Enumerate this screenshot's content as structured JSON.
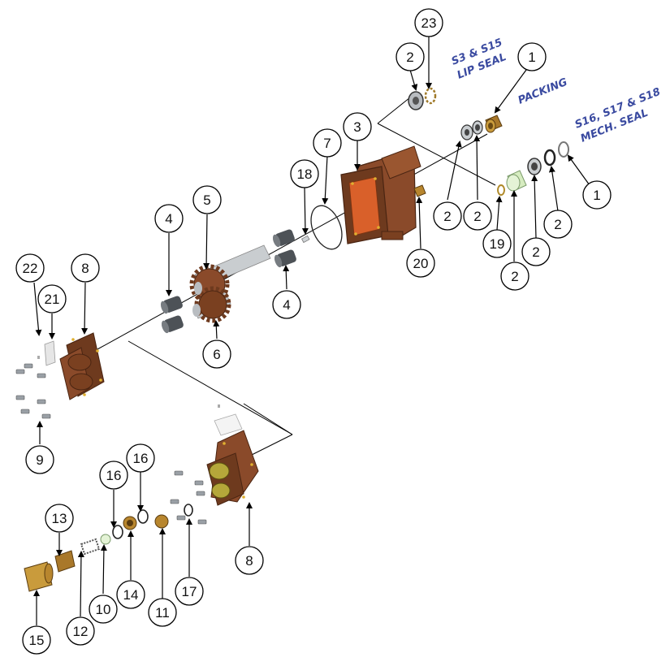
{
  "notes": {
    "lip_seal_line1": "S3 & S15",
    "lip_seal_line2": "LIP SEAL",
    "packing": "PACKING",
    "mech_seal_line1": "S16, S17 & S18",
    "mech_seal_line2": "MECH. SEAL"
  },
  "colors": {
    "housing": "#8a4a2a",
    "housing_dark": "#5e3019",
    "housing_inner": "#d9602a",
    "brass": "#b8862e",
    "steel": "#9aa0a6",
    "bushing": "#4d5257",
    "note_text": "#3a4aa0"
  },
  "callouts": [
    {
      "id": "c23",
      "label": "23"
    },
    {
      "id": "c2a",
      "label": "2"
    },
    {
      "id": "c1a",
      "label": "1"
    },
    {
      "id": "c3",
      "label": "3"
    },
    {
      "id": "c7",
      "label": "7"
    },
    {
      "id": "c18",
      "label": "18"
    },
    {
      "id": "c1b",
      "label": "1"
    },
    {
      "id": "c2b",
      "label": "2"
    },
    {
      "id": "c2c",
      "label": "2"
    },
    {
      "id": "c2d",
      "label": "2"
    },
    {
      "id": "c19",
      "label": "19"
    },
    {
      "id": "c2e",
      "label": "2"
    },
    {
      "id": "c2f",
      "label": "2"
    },
    {
      "id": "c20",
      "label": "20"
    },
    {
      "id": "c5",
      "label": "5"
    },
    {
      "id": "c4a",
      "label": "4"
    },
    {
      "id": "c4b",
      "label": "4"
    },
    {
      "id": "c6",
      "label": "6"
    },
    {
      "id": "c22",
      "label": "22"
    },
    {
      "id": "c21",
      "label": "21"
    },
    {
      "id": "c8a",
      "label": "8"
    },
    {
      "id": "c9",
      "label": "9"
    },
    {
      "id": "c16a",
      "label": "16"
    },
    {
      "id": "c16b",
      "label": "16"
    },
    {
      "id": "c13",
      "label": "13"
    },
    {
      "id": "c10",
      "label": "10"
    },
    {
      "id": "c14",
      "label": "14"
    },
    {
      "id": "c11",
      "label": "11"
    },
    {
      "id": "c17",
      "label": "17"
    },
    {
      "id": "c12",
      "label": "12"
    },
    {
      "id": "c15",
      "label": "15"
    },
    {
      "id": "c8b",
      "label": "8"
    }
  ]
}
